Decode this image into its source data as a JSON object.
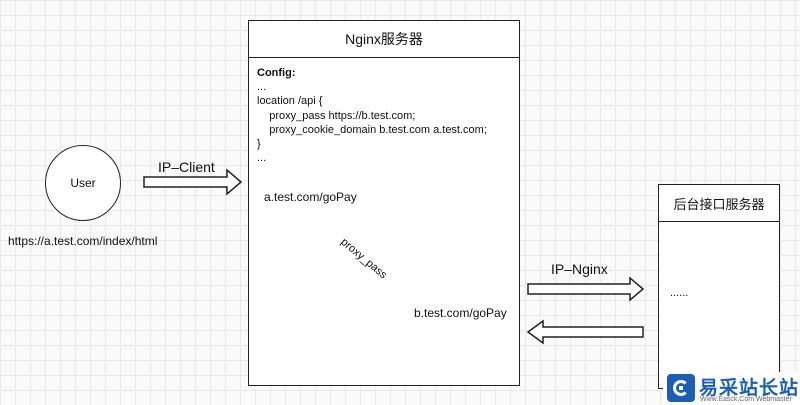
{
  "user": {
    "label": "User",
    "url": "https://a.test.com/index/html"
  },
  "arrow_client": {
    "label": "IP–Client"
  },
  "nginx": {
    "title": "Nginx服务器",
    "config_title": "Config:",
    "config_lines": [
      "...",
      "location /api {",
      "    proxy_pass https://b.test.com;",
      "    proxy_cookie_domain b.test.com a.test.com;",
      "}",
      "..."
    ],
    "a_endpoint": "a.test.com/goPay",
    "b_endpoint": "b.test.com/goPay",
    "proxy_label": "proxy_pass"
  },
  "arrow_nginx": {
    "label": "IP–Nginx"
  },
  "backend": {
    "title": "后台接口服务器",
    "body": "......"
  },
  "watermark": {
    "text": "易采站长站",
    "subtext": "Www.Easck.Com Webmaster"
  }
}
